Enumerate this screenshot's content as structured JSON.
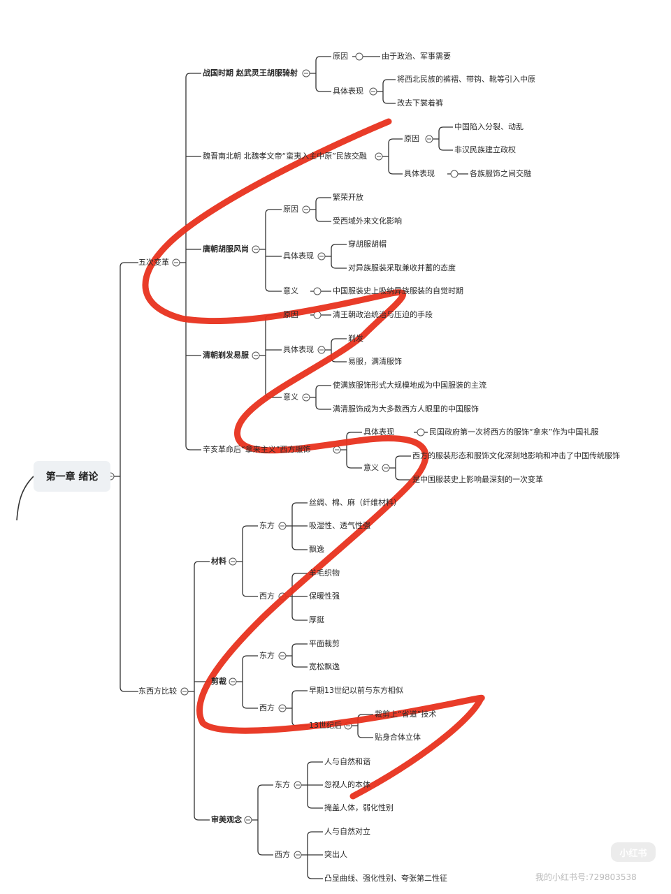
{
  "root": "第一章 绪论",
  "branches": {
    "five_changes": "五次变革",
    "east_west": "东西方比较"
  },
  "items": {
    "zhanguo": "战国时期 赵武灵王胡服骑射",
    "zg_reason": "原因",
    "zg_reason_1": "由于政治、军事需要",
    "zg_show": "具体表现",
    "zg_show_1": "将西北民族的裤褶、带钩、靴等引入中原",
    "zg_show_2": "改去下裳着裤",
    "weijin": "魏晋南北朝 北魏孝文帝“蛮夷入主中原”民族交融",
    "wj_reason": "原因",
    "wj_reason_1": "中国陷入分裂、动乱",
    "wj_reason_2": "非汉民族建立政权",
    "wj_show": "具体表现",
    "wj_show_1": "各族服饰之间交融",
    "tang": "唐朝胡服风尚",
    "tang_reason": "原因",
    "tang_reason_1": "繁荣开放",
    "tang_reason_2": "受西域外来文化影响",
    "tang_show": "具体表现",
    "tang_show_1": "穿胡服胡帽",
    "tang_show_2": "对异族服装采取兼收并蓄的态度",
    "tang_meaning": "意义",
    "tang_meaning_1": "中国服装史上吸纳异族服装的自觉时期",
    "qing": "清朝剃发易服",
    "qing_reason": "原因",
    "qing_reason_1": "清王朝政治统治与压迫的手段",
    "qing_show": "具体表现",
    "qing_show_1": "剃发",
    "qing_show_2": "易服，满清服饰",
    "qing_meaning": "意义",
    "qing_meaning_1": "使满族服饰形式大规模地成为中国服装的主流",
    "qing_meaning_2": "满清服饰成为大多数西方人眼里的中国服饰",
    "xinhai": "辛亥革命后“拿来主义”西方服饰",
    "xh_show": "具体表现",
    "xh_show_1": "民国政府第一次将西方的服饰“拿来”作为中国礼服",
    "xh_meaning": "意义",
    "xh_meaning_1": "西方的服装形态和服饰文化深刻地影响和冲击了中国传统服饰",
    "xh_meaning_2": "是中国服装史上影响最深刻的一次变革",
    "material": "材料",
    "mat_east": "东方",
    "mat_east_1": "丝绸、棉、麻（纤维材料）",
    "mat_east_2": "吸湿性、透气性强",
    "mat_east_3": "飘逸",
    "mat_west": "西方",
    "mat_west_1": "羊毛织物",
    "mat_west_2": "保暖性强",
    "mat_west_3": "厚挺",
    "cut": "剪裁",
    "cut_east": "东方",
    "cut_east_1": "平面裁剪",
    "cut_east_2": "宽松飘逸",
    "cut_west": "西方",
    "cut_west_1": "早期13世纪以前与东方相似",
    "cut_west_2": "13世纪后",
    "cut_west_2a": "裁剪上“省道”技术",
    "cut_west_2b": "贴身合体立体",
    "aesthetic": "审美观念",
    "aes_east": "东方",
    "aes_east_1": "人与自然和谐",
    "aes_east_2": "忽视人的本体",
    "aes_east_3": "掩盖人体，弱化性别",
    "aes_west": "西方",
    "aes_west_1": "人与自然对立",
    "aes_west_2": "突出人",
    "aes_west_3": "凸显曲线、强化性别、夸张第二性征"
  },
  "watermark": {
    "logo": "小红书",
    "text": "我的小红书号:729803538"
  },
  "colors": {
    "line": "#333333",
    "scribble": "#e8321e",
    "root_bg": "#eef1f4"
  }
}
